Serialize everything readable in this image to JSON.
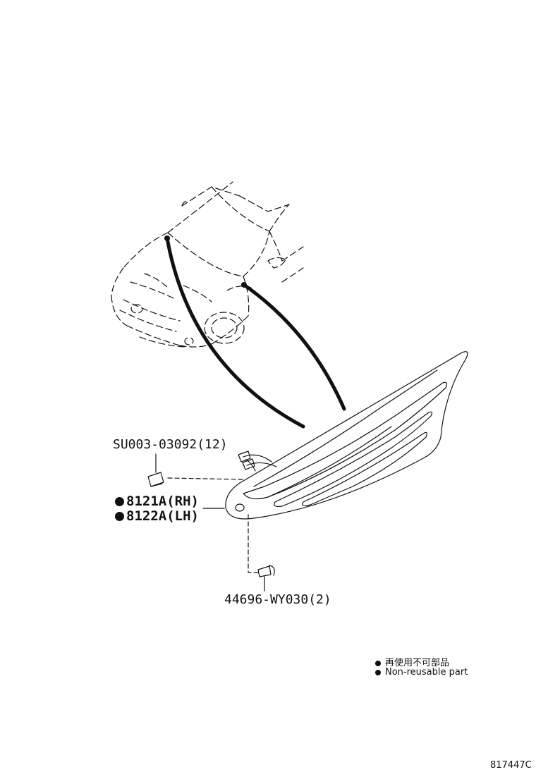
{
  "parts": {
    "clip": "SU003-03092(12)",
    "garnish_rh": "8121A(RH)",
    "garnish_lh": "8122A(LH)",
    "screw": "44696-WY030(2)"
  },
  "legend": {
    "ja": "再使用不可部品",
    "en": "Non-reusable part"
  },
  "diagram_code": "817447C"
}
